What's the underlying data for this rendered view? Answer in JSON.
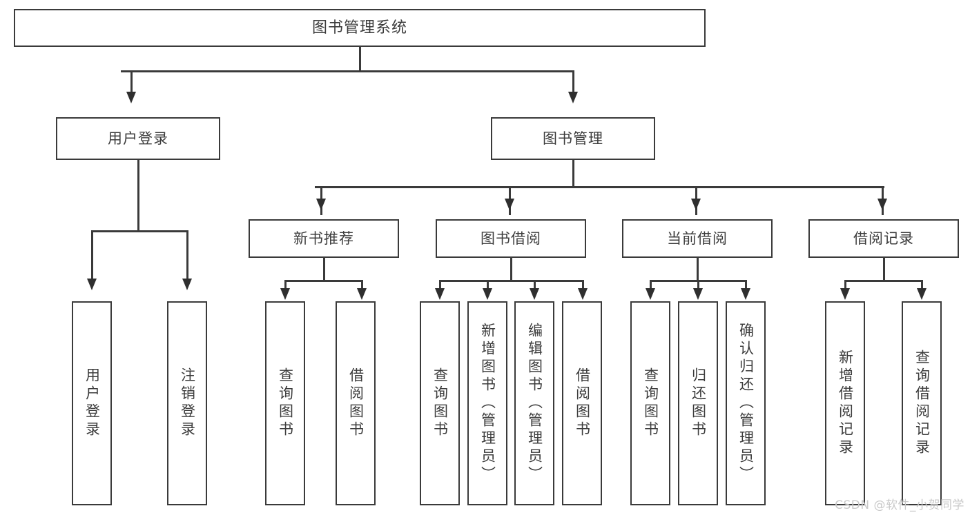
{
  "diagram": {
    "title": "图书管理系统",
    "type": "tree-hierarchy-chart",
    "watermark": "CSDN @软件_小贺同学",
    "colors": {
      "box_border": "#3a3a3a",
      "connector": "#3a3a3a",
      "text": "#3c3c3c",
      "background": "#ffffff",
      "watermark": "#c9c9c9"
    },
    "nodes": {
      "root": {
        "label": "图书管理系统"
      },
      "level2": [
        {
          "label": "用户登录"
        },
        {
          "label": "图书管理"
        }
      ],
      "level3": [
        {
          "label": "新书推荐"
        },
        {
          "label": "图书借阅"
        },
        {
          "label": "当前借阅"
        },
        {
          "label": "借阅记录"
        }
      ],
      "leaves": {
        "user_login": [
          {
            "label": "用户登录"
          },
          {
            "label": "注销登录"
          }
        ],
        "new_book_recommend": [
          {
            "label": "查询图书"
          },
          {
            "label": "借阅图书"
          }
        ],
        "book_borrow": [
          {
            "label": "查询图书"
          },
          {
            "label": "新增图书（管理员）"
          },
          {
            "label": "编辑图书（管理员）"
          },
          {
            "label": "借阅图书"
          }
        ],
        "current_borrow": [
          {
            "label": "查询图书"
          },
          {
            "label": "归还图书"
          },
          {
            "label": "确认归还（管理员）"
          }
        ],
        "borrow_record": [
          {
            "label": "新增借阅记录"
          },
          {
            "label": "查询借阅记录"
          }
        ]
      }
    }
  }
}
